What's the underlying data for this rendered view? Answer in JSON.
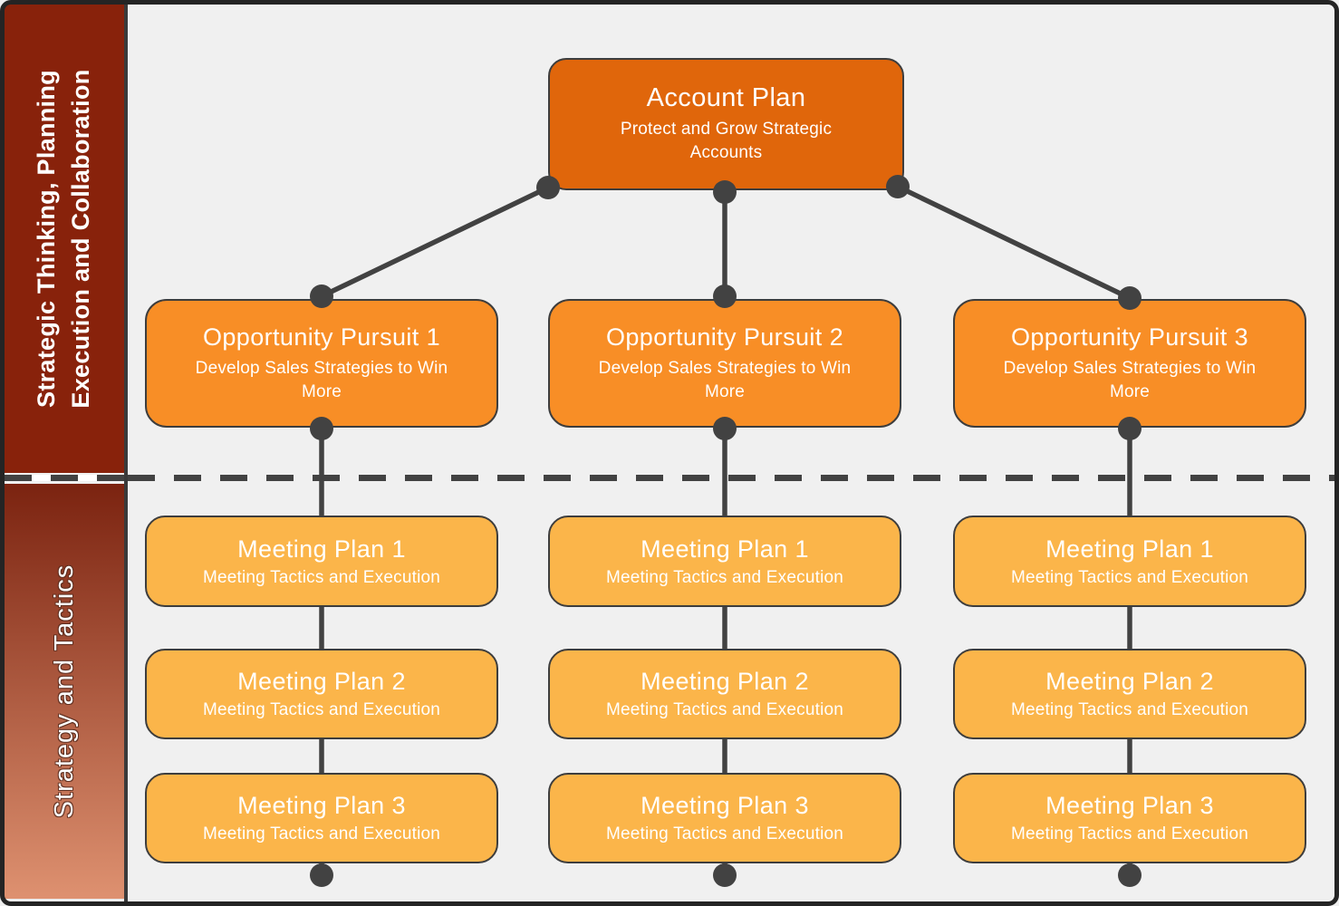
{
  "sidebar": {
    "top_line1": "Strategic Thinking, Planning",
    "top_line2": "Execution and Collaboration",
    "bottom_label": "Strategy and Tactics"
  },
  "root": {
    "title": "Account Plan",
    "subtitle": "Protect and Grow Strategic Accounts"
  },
  "columns": [
    {
      "pursuit": {
        "title": "Opportunity Pursuit 1",
        "subtitle": "Develop Sales Strategies to Win More"
      },
      "meetings": [
        {
          "title": "Meeting Plan 1",
          "subtitle": "Meeting Tactics and Execution"
        },
        {
          "title": "Meeting Plan 2",
          "subtitle": "Meeting Tactics and Execution"
        },
        {
          "title": "Meeting Plan 3",
          "subtitle": "Meeting Tactics and Execution"
        }
      ]
    },
    {
      "pursuit": {
        "title": "Opportunity Pursuit 2",
        "subtitle": "Develop Sales Strategies to Win More"
      },
      "meetings": [
        {
          "title": "Meeting Plan 1",
          "subtitle": "Meeting Tactics and Execution"
        },
        {
          "title": "Meeting Plan 2",
          "subtitle": "Meeting Tactics and Execution"
        },
        {
          "title": "Meeting Plan 3",
          "subtitle": "Meeting Tactics and Execution"
        }
      ]
    },
    {
      "pursuit": {
        "title": "Opportunity Pursuit 3",
        "subtitle": "Develop Sales Strategies to Win More"
      },
      "meetings": [
        {
          "title": "Meeting Plan 1",
          "subtitle": "Meeting Tactics and Execution"
        },
        {
          "title": "Meeting Plan 2",
          "subtitle": "Meeting Tactics and Execution"
        },
        {
          "title": "Meeting Plan 3",
          "subtitle": "Meeting Tactics and Execution"
        }
      ]
    }
  ],
  "colors": {
    "background": "#F0F0F0",
    "frame": "#242424",
    "separator": "#3A3A3A",
    "connector": "#424242",
    "node_border": "#3D3D3D",
    "node_text": "#FFFFFF",
    "root_fill": "#E0660B",
    "pursuit_fill": "#F88E26",
    "meeting_fill": "#FBB54A",
    "sidebar_top_fill": "#88220B",
    "sidebar_gradient_top": "#7B2310",
    "sidebar_gradient_bottom": "#DE9170"
  }
}
